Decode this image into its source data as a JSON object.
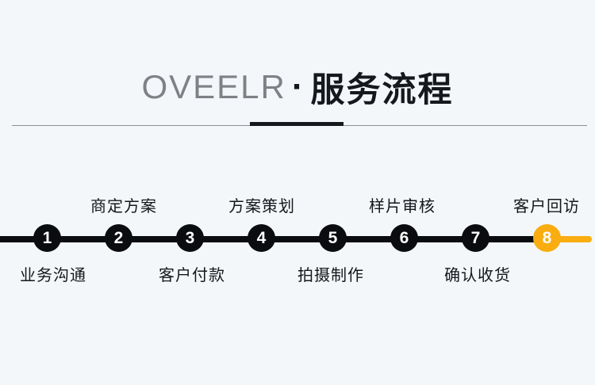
{
  "header": {
    "brand": "OVEELR",
    "separator": "·",
    "title": "服务流程"
  },
  "steps": [
    {
      "number": "1",
      "label": "业务沟通",
      "label_position": "below",
      "highlighted": false
    },
    {
      "number": "2",
      "label": "商定方案",
      "label_position": "above",
      "highlighted": false
    },
    {
      "number": "3",
      "label": "客户付款",
      "label_position": "below",
      "highlighted": false
    },
    {
      "number": "4",
      "label": "方案策划",
      "label_position": "above",
      "highlighted": false
    },
    {
      "number": "5",
      "label": "拍摄制作",
      "label_position": "below",
      "highlighted": false
    },
    {
      "number": "6",
      "label": "样片审核",
      "label_position": "above",
      "highlighted": false
    },
    {
      "number": "7",
      "label": "确认收货",
      "label_position": "below",
      "highlighted": false
    },
    {
      "number": "8",
      "label": "客户回访",
      "label_position": "above",
      "highlighted": true
    }
  ],
  "colors": {
    "background": "#F3F7FA",
    "track_black": "#0B0C10",
    "accent_orange": "#F9AD11",
    "brand_gray": "#7E8185",
    "title_black": "#16181D"
  }
}
